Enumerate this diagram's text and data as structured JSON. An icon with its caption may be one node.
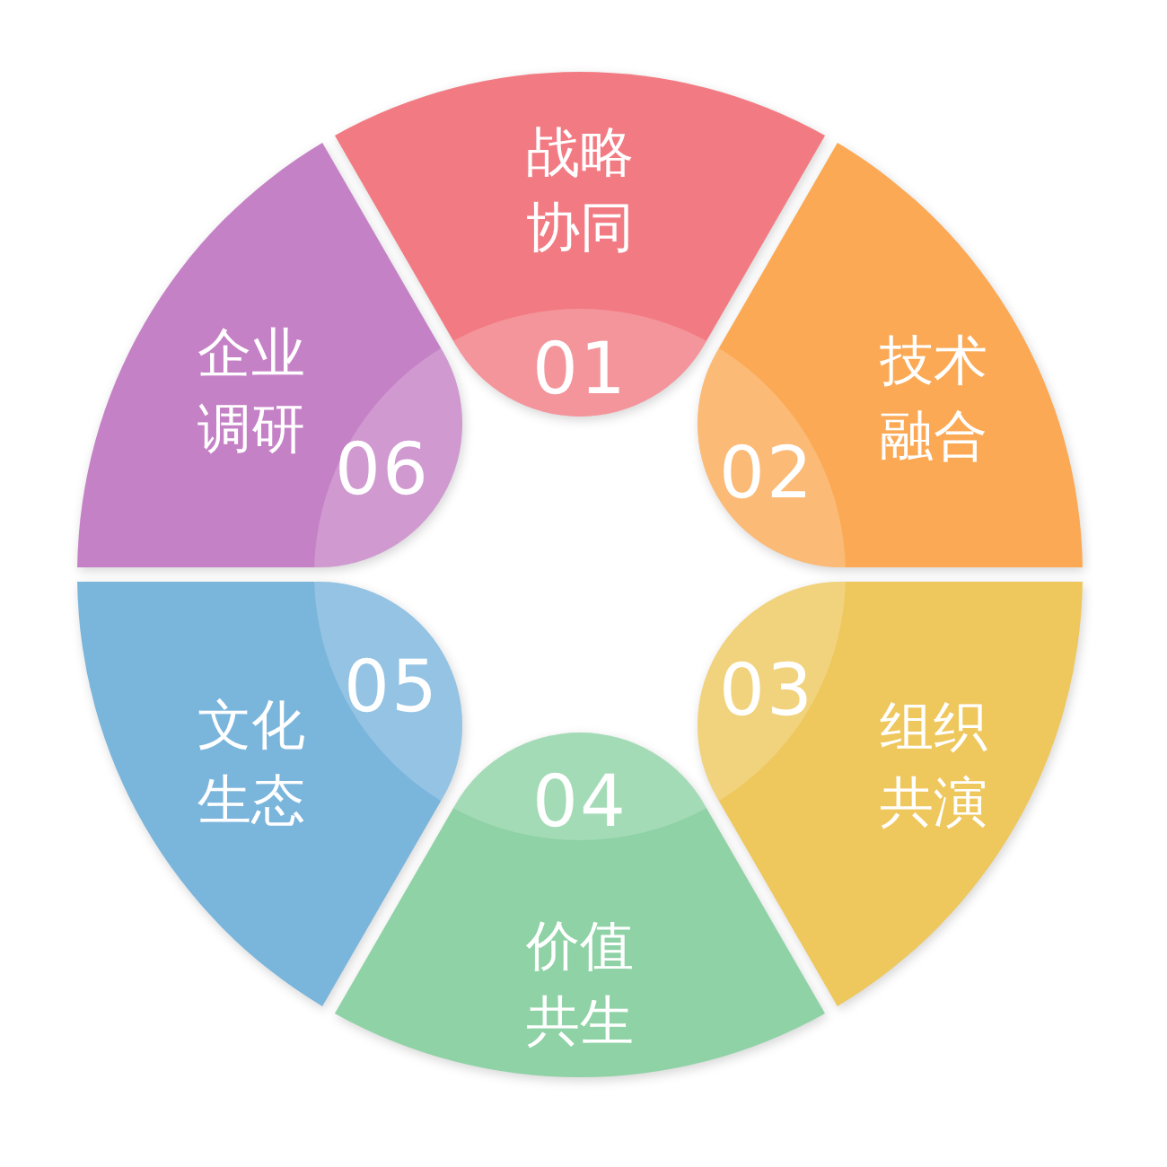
{
  "diagram": {
    "nodes": [
      {
        "text": [
          "战略协同",
          "01"
        ]
      },
      {
        "text": [
          "技术融合",
          "02"
        ]
      },
      {
        "text": [
          "03",
          "组织共演"
        ]
      },
      {
        "text": [
          "04",
          "价值共生"
        ]
      },
      {
        "text": [
          "05",
          "文化生态"
        ]
      },
      {
        "text": [
          "企业调研",
          "06"
        ]
      }
    ]
  }
}
